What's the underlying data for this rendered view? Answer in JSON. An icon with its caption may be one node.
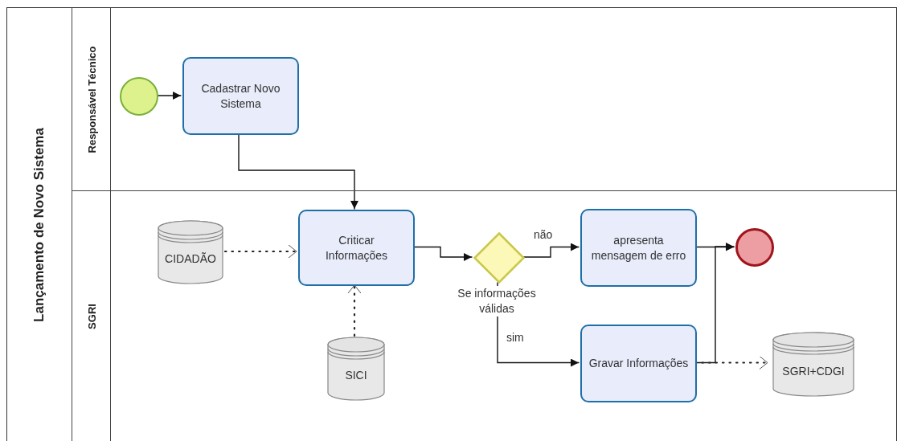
{
  "diagram": {
    "nodes": [
      {
        "text": [
          "Lançamento de Novo Sistema"
        ]
      },
      {
        "text": [
          "Responsável Técnico"
        ],
        "in": 0
      },
      {
        "text": [
          "SGRI"
        ],
        "in": 0
      },
      {
        "text": [],
        "shape": "circle",
        "in": 1
      },
      {
        "text": [
          "Cadastrar Novo Sistema"
        ],
        "in": 1
      },
      {
        "text": [
          "CIDADÃO"
        ],
        "in": 2
      },
      {
        "text": [
          "Criticar Informações"
        ],
        "in": 2
      },
      {
        "text": [
          "SICI"
        ],
        "in": 2
      },
      {
        "text": [],
        "shape": "diamond",
        "in": 2,
        "beside": [
          "Se informações válidas"
        ]
      },
      {
        "text": [
          "apresenta mensagem de erro"
        ],
        "in": 2
      },
      {
        "text": [],
        "shape": "circle",
        "in": 2
      },
      {
        "text": [
          "Gravar Informações"
        ],
        "in": 2
      },
      {
        "text": [
          "SGRI+CDGI"
        ],
        "in": 2
      }
    ],
    "edges": [
      {
        "from": 3,
        "to": 4,
        "arrow": "to"
      },
      {
        "from": 4,
        "to": 6,
        "arrow": "to"
      },
      {
        "from": 5,
        "to": 6,
        "arrow": "to",
        "style": "dashed"
      },
      {
        "from": 7,
        "to": 6,
        "arrow": "to",
        "style": "dashed"
      },
      {
        "from": 6,
        "to": 8,
        "arrow": "to"
      },
      {
        "from": 8,
        "to": 9,
        "arrow": "to",
        "label": "não"
      },
      {
        "from": 8,
        "to": 11,
        "arrow": "to",
        "label": "sim"
      },
      {
        "from": 9,
        "to": 10,
        "arrow": "to"
      },
      {
        "from": 11,
        "to": 10,
        "arrow": "to"
      },
      {
        "from": 11,
        "to": 12,
        "arrow": "to",
        "style": "dashed"
      }
    ]
  }
}
